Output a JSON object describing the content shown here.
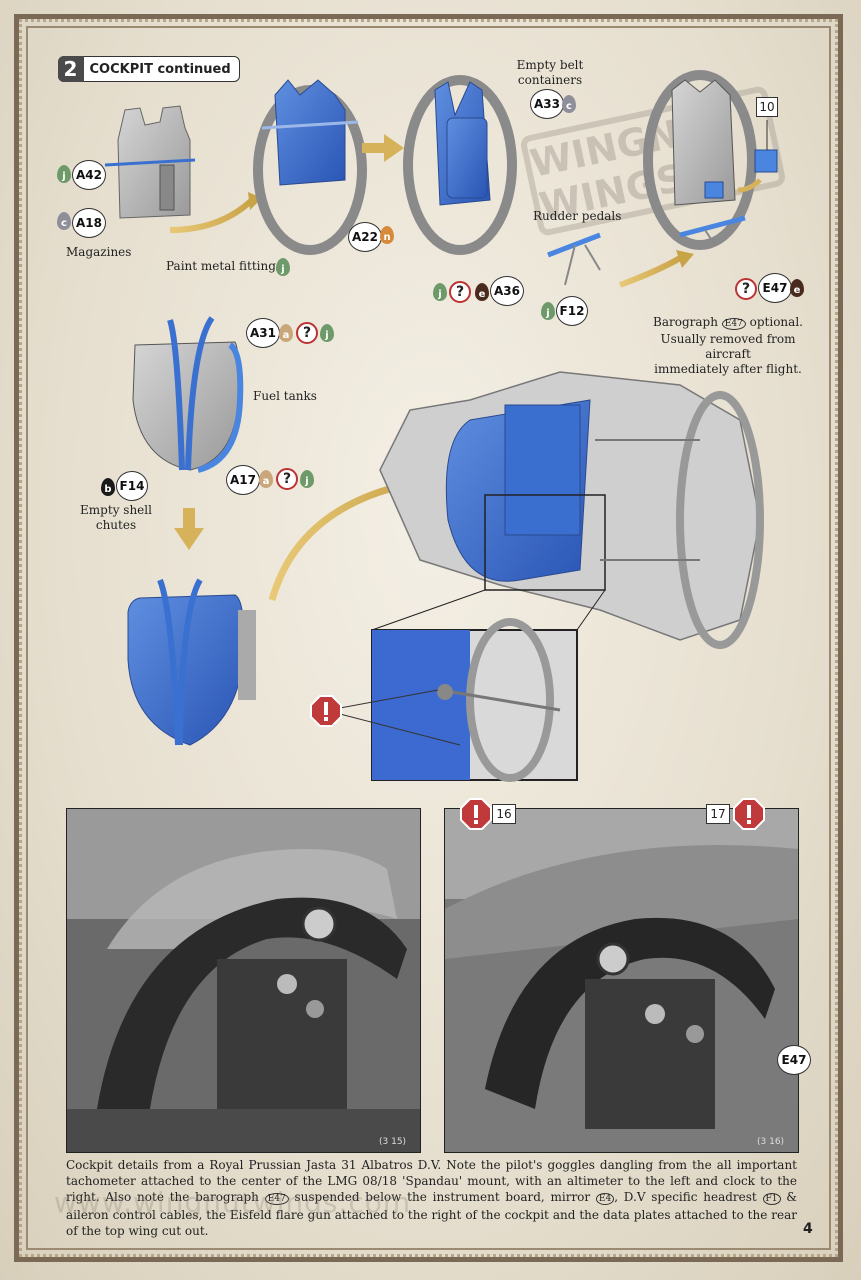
{
  "header": {
    "step_number": "2",
    "step_title": "COCKPIT continued"
  },
  "labels": {
    "magazines": "Magazines",
    "paint_metal": "Paint metal fittings",
    "empty_belt_1": "Empty belt",
    "empty_belt_2": "containers",
    "rudder_pedals": "Rudder pedals",
    "barograph_1": "Barograph",
    "barograph_ref": "E47",
    "barograph_2": "optional.",
    "barograph_3": "Usually removed from aircraft",
    "barograph_4": "immediately after flight.",
    "fuel_tanks": "Fuel tanks",
    "empty_shell_1": "Empty shell",
    "empty_shell_2": "chutes"
  },
  "parts": {
    "a42": "A42",
    "a18": "A18",
    "a22": "A22",
    "a33": "A33",
    "a36": "A36",
    "f12": "F12",
    "e47": "E47",
    "a31": "A31",
    "a17": "A17",
    "f14": "F14"
  },
  "paint_codes": {
    "j": "j",
    "c": "c",
    "n": "n",
    "e": "e",
    "a": "a",
    "b": "b",
    "q": "?"
  },
  "paint_colors": {
    "j": "#6e9a6a",
    "c": "#8f8f9a",
    "n": "#d68a3a",
    "e": "#4a2a1c",
    "a": "#c9a77a",
    "b": "#1a1a1a"
  },
  "callouts": {
    "box_10": "10",
    "photo_16": "16",
    "photo_17": "17",
    "photo_e47": "E47"
  },
  "photos": {
    "left_ref": "(3 15)",
    "right_ref": "(3 16)"
  },
  "caption": {
    "part1": "Cockpit details from a Royal Prussian Jasta 31 Albatros D.V. Note the pilot's goggles dangling from the all important tachometer attached to the center of the LMG 08/18 'Spandau' mount, with an altimeter to the left and clock to the right. Also note the barograph",
    "ref1": "E47",
    "part2": "suspended below the instrument board, mirror",
    "ref2": "E4",
    "part3": ", D.V specific headrest",
    "ref3": "F1",
    "part4": "& aileron control cables, the Eisfeld flare gun attached to the right of the cockpit and the data plates attached to the rear of the top wing cut out."
  },
  "page_number": "4",
  "watermark": "www.wingnutwings.com",
  "stamp_text": "WINGNUT WINGS"
}
